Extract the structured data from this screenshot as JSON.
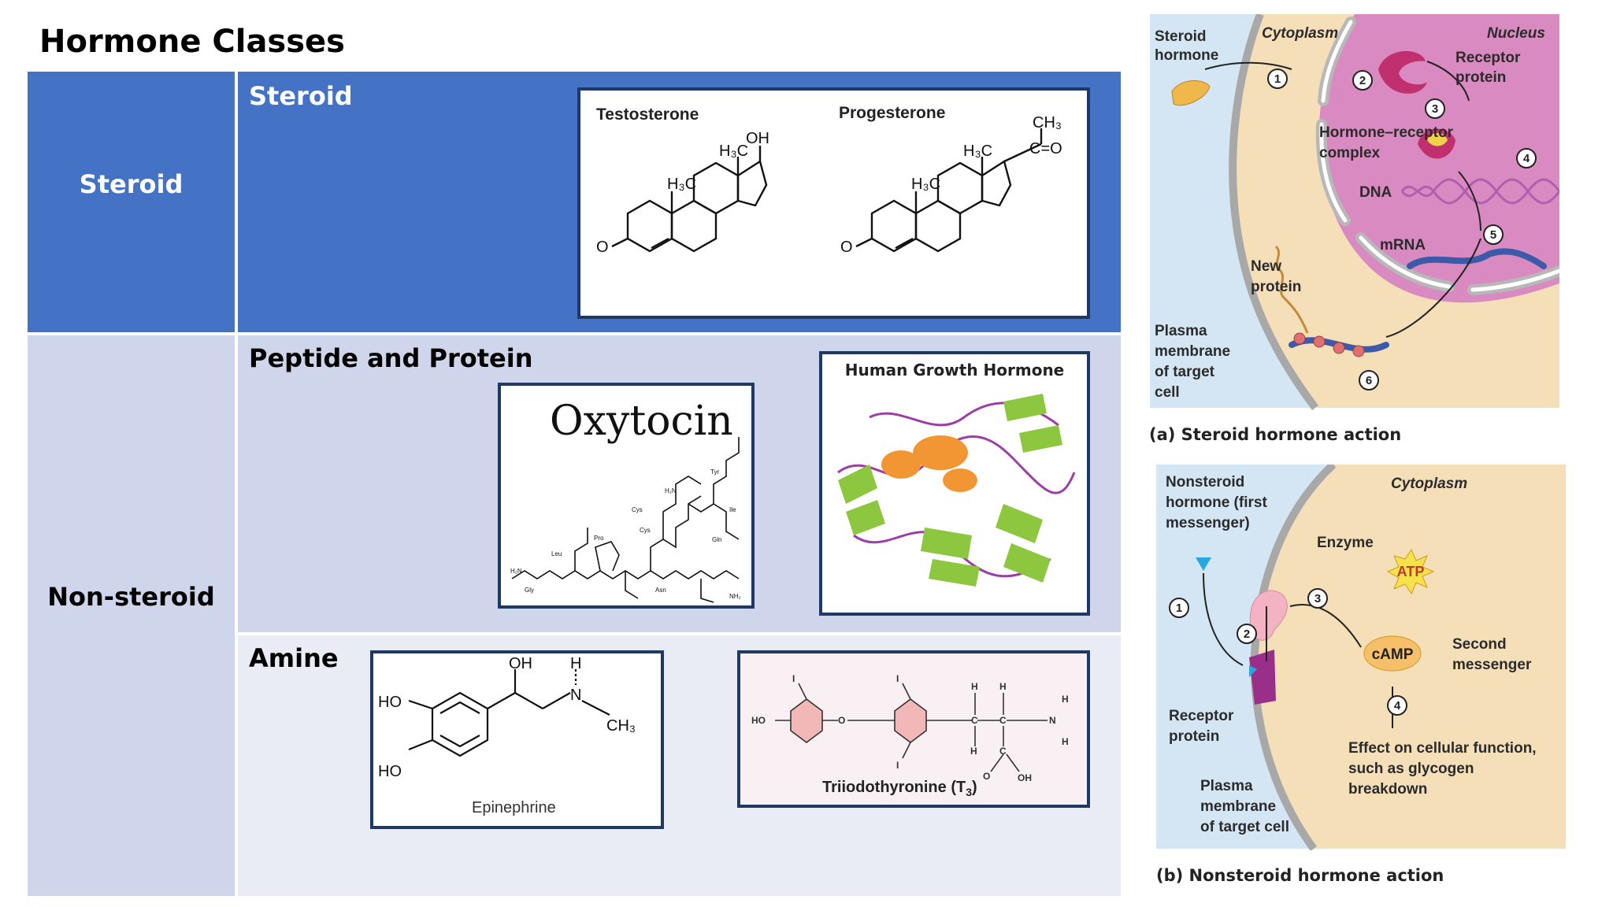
{
  "title": "Hormone Classes",
  "table": {
    "steroid_row": {
      "class_label": "Steroid",
      "subtype_label": "Steroid",
      "molecules": [
        "Testosterone",
        "Progesterone"
      ]
    },
    "nonsteroid_row": {
      "class_label": "Non-steroid",
      "peptide": {
        "subtype_label": "Peptide and Protein",
        "oxytocin_title": "Oxytocin",
        "hgh_title": "Human Growth Hormone"
      },
      "amine": {
        "subtype_label": "Amine",
        "epinephrine_label": "Epinephrine",
        "t3_label": "Triiodothyronine (T",
        "t3_sub": "3",
        "t3_suffix": ")"
      }
    }
  },
  "chem": {
    "oh": "OH",
    "h3c": "H₃C",
    "ch3": "CH₃",
    "co": "C=O",
    "o": "O",
    "ho": "HO",
    "h": "H",
    "n": "N",
    "c": "C",
    "i": "I"
  },
  "panel_a": {
    "caption": "(a)  Steroid hormone action",
    "labels": {
      "steroid_hormone": [
        "Steroid",
        "hormone"
      ],
      "cytoplasm": "Cytoplasm",
      "nucleus": "Nucleus",
      "receptor_protein": [
        "Receptor",
        "protein"
      ],
      "complex": [
        "Hormone–receptor",
        "complex"
      ],
      "dna": "DNA",
      "mrna": "mRNA",
      "new_protein": [
        "New",
        "protein"
      ],
      "plasma_membrane": [
        "Plasma",
        "membrane",
        "of target",
        "cell"
      ]
    },
    "steps": [
      "1",
      "2",
      "3",
      "4",
      "5",
      "6"
    ]
  },
  "panel_b": {
    "caption": "(b)  Nonsteroid hormone action",
    "labels": {
      "nonsteroid_hormone": [
        "Nonsteroid",
        "hormone (first",
        "messenger)"
      ],
      "cytoplasm": "Cytoplasm",
      "enzyme": "Enzyme",
      "atp": "ATP",
      "camp": "cAMP",
      "second_messenger": [
        "Second",
        "messenger"
      ],
      "receptor_protein": [
        "Receptor",
        "protein"
      ],
      "effect": [
        "Effect on cellular function,",
        "such as glycogen",
        "breakdown"
      ],
      "plasma_membrane": [
        "Plasma",
        "membrane",
        "of target cell"
      ]
    },
    "steps": [
      "1",
      "2",
      "3",
      "4"
    ]
  },
  "colors": {
    "steroid_row": "#4472c4",
    "peptide_cell": "#cfd5ea",
    "amine_cell": "#e9ebf5",
    "nonsteroid_class": "#cfd5ea",
    "frame": "#1f3864",
    "cytoplasm": "#f5dfb9",
    "nucleus": "#d98ac0",
    "extracellular": "#d4e6f4"
  }
}
